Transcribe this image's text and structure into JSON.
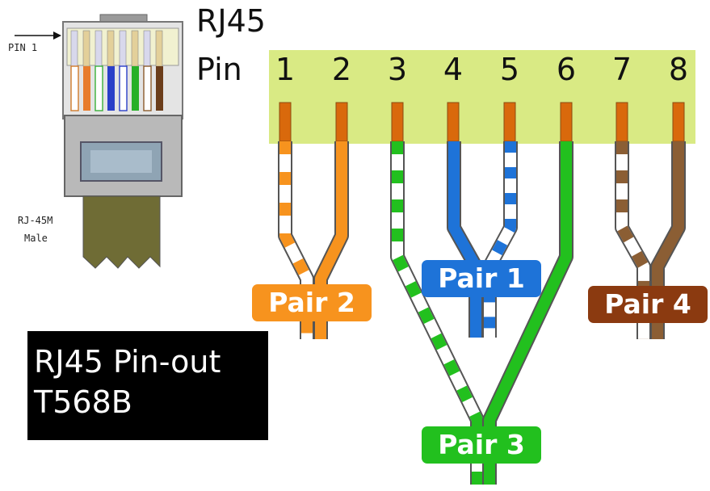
{
  "header": {
    "line1": "RJ45",
    "line2": "Pin"
  },
  "pins": [
    "1",
    "2",
    "3",
    "4",
    "5",
    "6",
    "7",
    "8"
  ],
  "pairs": [
    {
      "label": "Pair 2",
      "color": "#f7931e"
    },
    {
      "label": "Pair 1",
      "color": "#1e73d8"
    },
    {
      "label": "Pair 3",
      "color": "#22c01e"
    },
    {
      "label": "Pair 4",
      "color": "#8b3a10"
    }
  ],
  "connector": {
    "pin1_label": "PIN 1",
    "model_line1": "RJ-45M",
    "model_line2": "Male"
  },
  "title_box": {
    "line1": "RJ45 Pin-out",
    "line2": "T568B"
  },
  "colors": {
    "pin_band": "#d9ea84",
    "contact": "#d9690c",
    "brown": "#8b5e34",
    "stripe_white": "#ffffff"
  }
}
